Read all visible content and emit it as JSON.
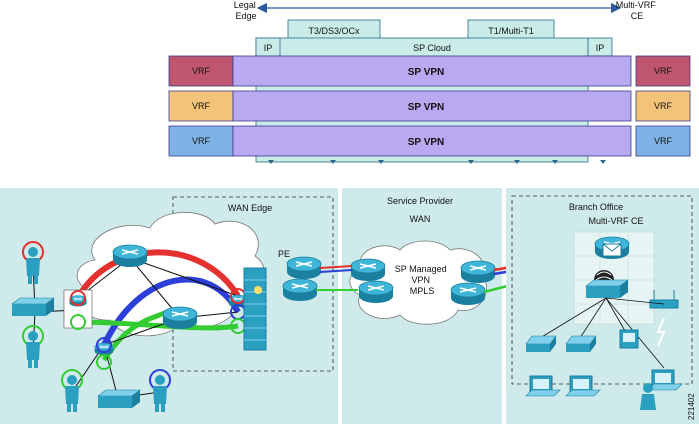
{
  "top": {
    "legal_edge": "Legal\nEdge",
    "multi_vrf_ce": "Multi-VRF\nCE",
    "circuit_left": "T3/DS3/OCx",
    "circuit_right": "T1/Multi-T1",
    "ip_left": "IP",
    "ip_right": "IP",
    "sp_cloud": "SP Cloud",
    "rows": [
      {
        "vrf": "VRF",
        "vpn": "SP VPN",
        "color": "#c0566e"
      },
      {
        "vrf": "VRF",
        "vpn": "SP VPN",
        "color": "#f3c37a"
      },
      {
        "vrf": "VRF",
        "vpn": "SP VPN",
        "color": "#7fb3e6"
      }
    ],
    "vpn_color": "#b9a9f0",
    "cloud_color": "#c9ece9"
  },
  "bottom": {
    "wan_edge": "WAN Edge",
    "pe": "PE",
    "service_provider": "Service Provider",
    "wan": "WAN",
    "cloud_text": "SP Managed\nVPN\nMPLS",
    "branch_office": "Branch Office",
    "multi_vrf_ce": "Multi-VRF CE",
    "figure_id": "221402",
    "panel_color": "#cfeaea",
    "device_color": "#2a9fc0"
  },
  "path_colors": {
    "red": "#e53030",
    "blue": "#2c3fd8",
    "green": "#33cc33"
  }
}
